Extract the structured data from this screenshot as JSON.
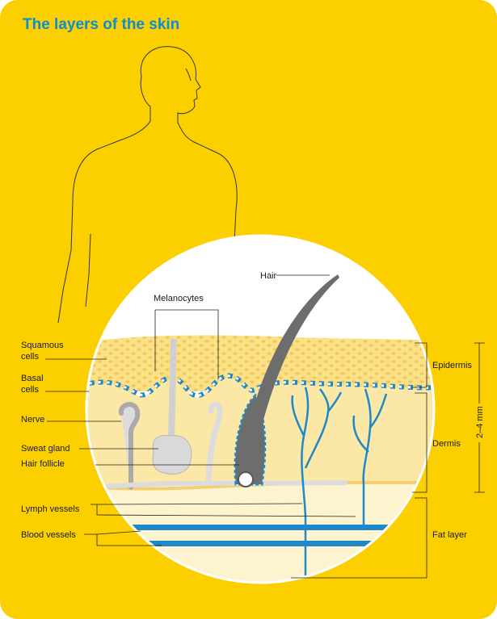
{
  "title": "The layers of the skin",
  "labels": {
    "hair": "Hair",
    "melanocytes": "Melanocytes",
    "squamous_1": "Squamous",
    "squamous_2": "cells",
    "basal_1": "Basal",
    "basal_2": "cells",
    "nerve": "Nerve",
    "sweat_gland": "Sweat gland",
    "hair_follicle": "Hair follicle",
    "lymph_vessels": "Lymph vessels",
    "blood_vessels": "Blood vessels",
    "epidermis": "Epidermis",
    "dermis": "Dermis",
    "fat_layer": "Fat layer",
    "thickness": "2–4 mm"
  },
  "colors": {
    "background": "#fcd000",
    "title": "#0a8ed0",
    "epidermis": "#fbe08a",
    "dermis": "#fbe7a6",
    "fat": "#fdf3cf",
    "vessel": "#1e88c8",
    "hair": "#6d6d6d",
    "gland": "#d9d9d9"
  }
}
